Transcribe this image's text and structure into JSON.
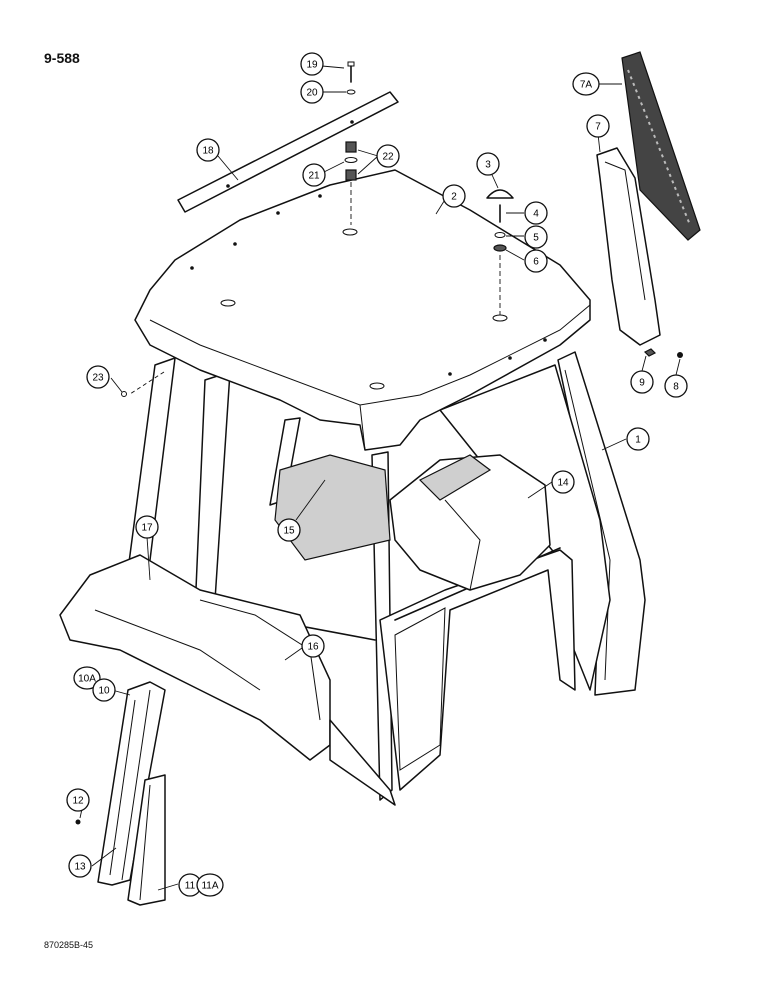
{
  "page": {
    "number": "9-588",
    "reference_code": "870285B-45"
  },
  "callouts": {
    "c1": "1",
    "c2": "2",
    "c3": "3",
    "c4": "4",
    "c5": "5",
    "c6": "6",
    "c7": "7",
    "c7a": "7A",
    "c8": "8",
    "c9": "9",
    "c10": "10",
    "c10a": "10A",
    "c11": "11",
    "c11a": "11A",
    "c12": "12",
    "c13": "13",
    "c14": "14",
    "c15": "15",
    "c16": "16",
    "c17": "17",
    "c18": "18",
    "c19": "19",
    "c20": "20",
    "c21": "21",
    "c22": "22",
    "c23": "23"
  }
}
